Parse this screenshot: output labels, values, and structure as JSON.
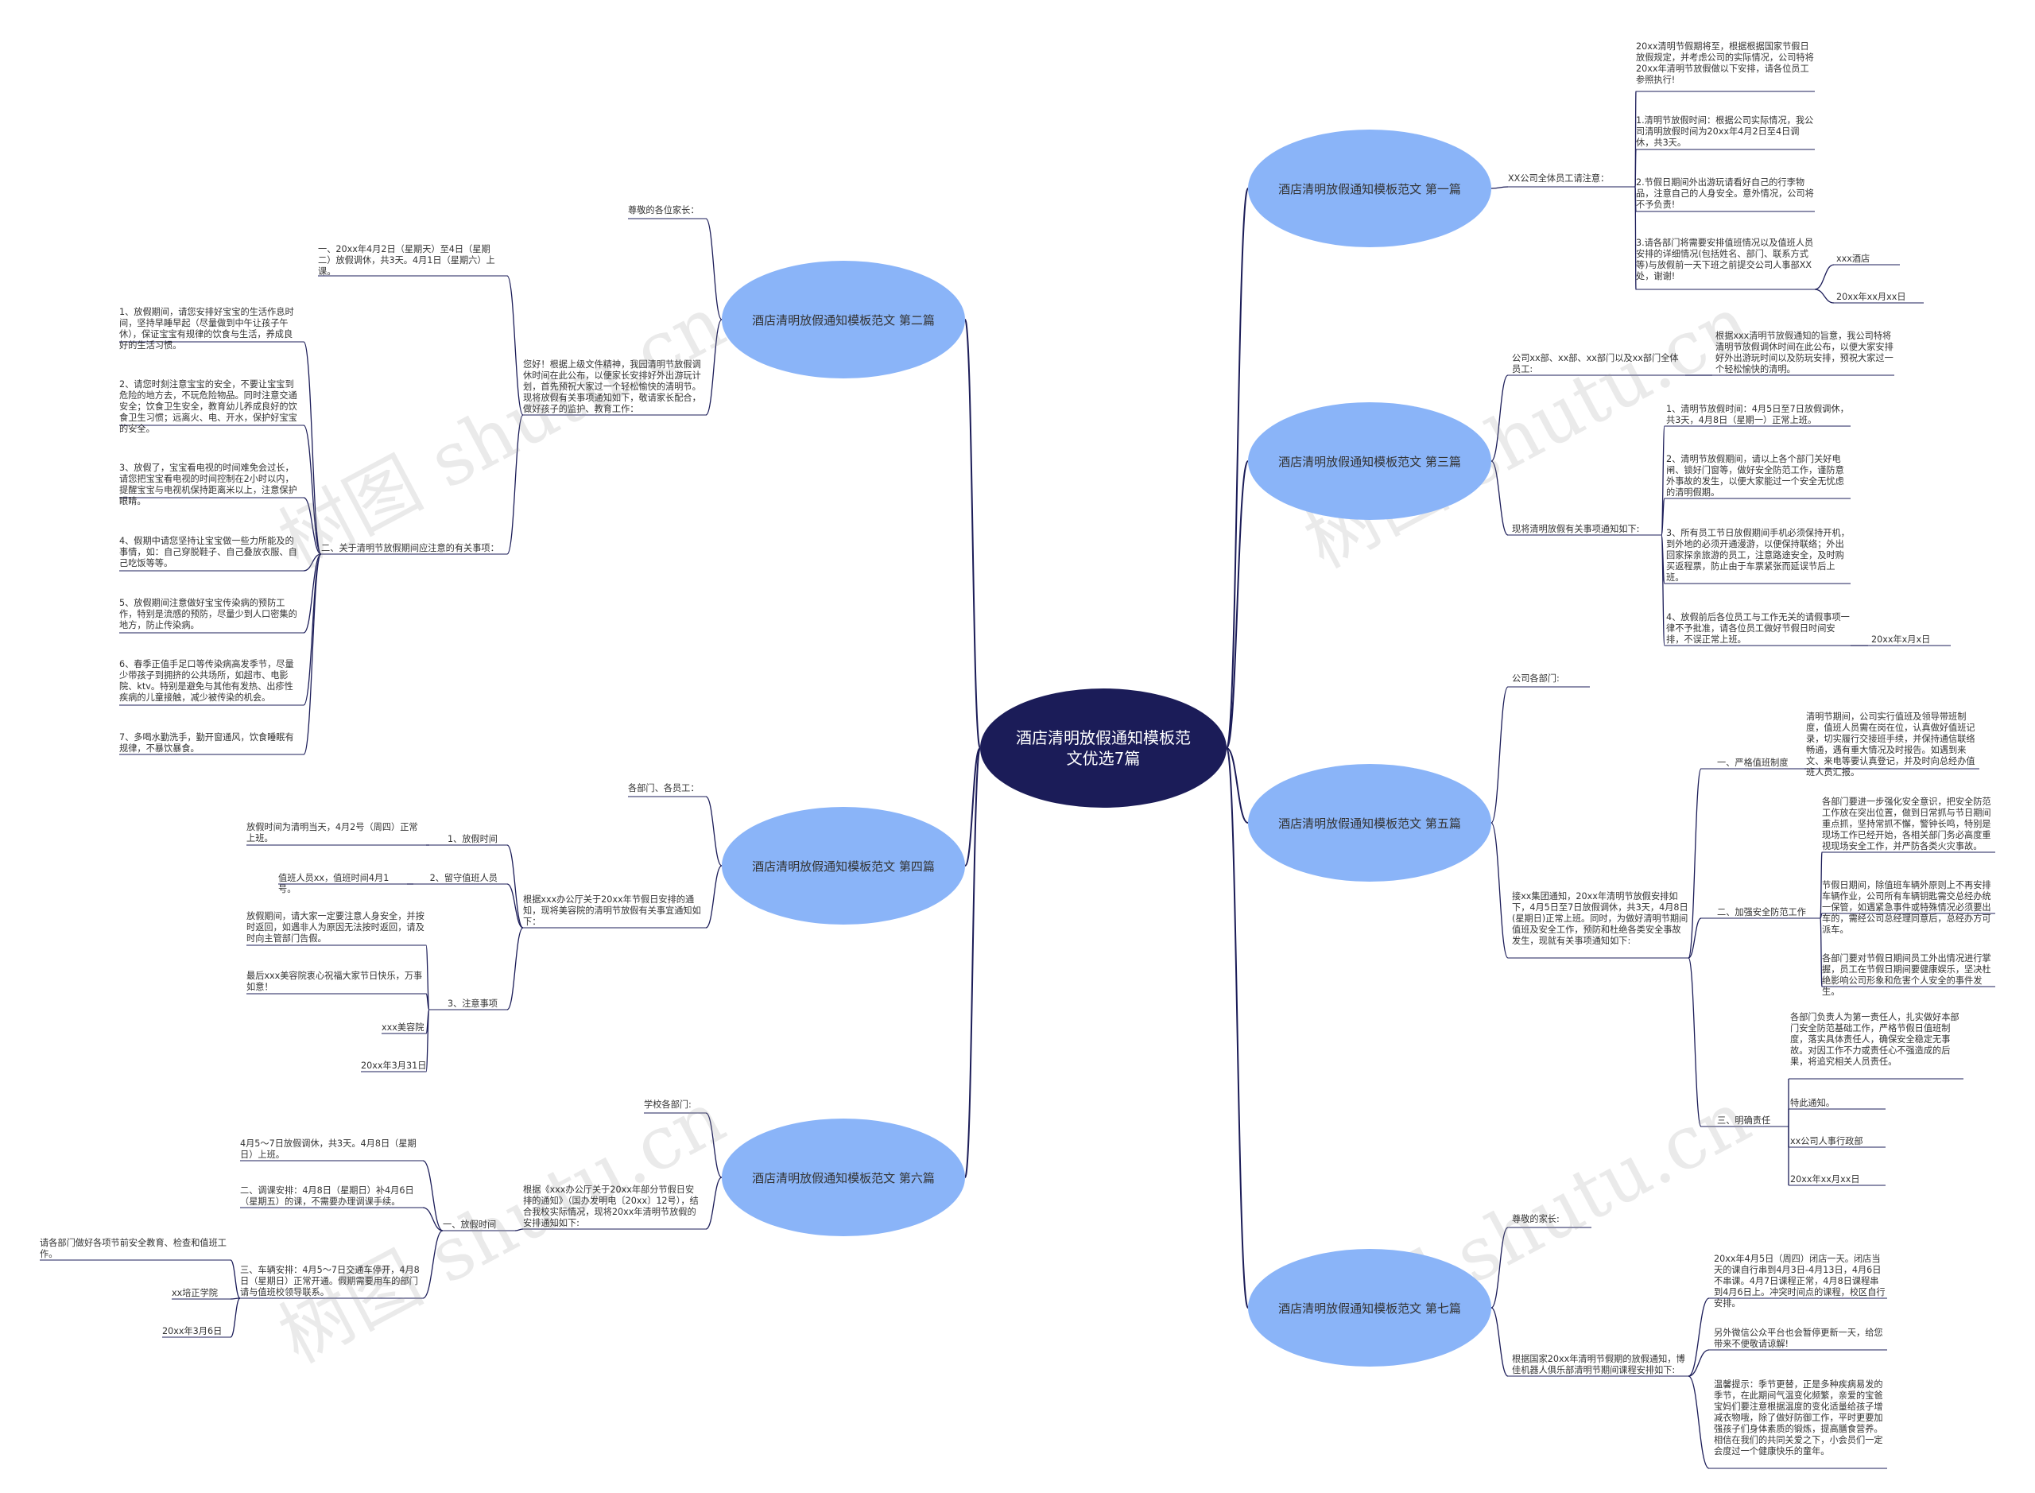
{
  "watermark": "树图 shutu.cn",
  "colors": {
    "line": "#1b1c58",
    "root": "#1b1c58",
    "main": "#8ab4f8",
    "text": "#333333",
    "watermark": "#969696"
  },
  "root": "酒店清明放假通知模板范文优选7篇",
  "b1": {
    "title": "酒店清明放假通知模板范文 第一篇",
    "p": "XX公司全体员工请注意：",
    "c0": "20xx清明节假期将至，根据根据国家节假日放假规定，并考虑公司的实际情况，公司特将20xx年清明节放假做以下安排，请各位员工参照执行!",
    "c1": "1.清明节放假时间：根据公司实际情况，我公司清明放假时间为20xx年4月2日至4日调休，共3天。",
    "c2": "2.节假日期间外出游玩请看好自己的行李物品，注意自己的人身安全。意外情况，公司将不予负责!",
    "c3": "3.请各部门将需要安排值班情况以及值班人员安排的详细情况(包括姓名、部门、联系方式等)与放假前一天下班之前提交公司人事部XX处，谢谢!",
    "c4": "xxx酒店",
    "c5": "20xx年xx月xx日"
  },
  "b2": {
    "title": "酒店清明放假通知模板范文 第二篇",
    "p0": "尊敬的各位家长：",
    "p": "您好！根据上级文件精神，我园清明节放假调休时间在此公布，以便家长安排好外出游玩计划，首先预祝大家过一个轻松愉快的清明节。现将放假有关事项通知如下，敬请家长配合，做好孩子的监护、教育工作：",
    "h1": "一、20xx年4月2日（星期天）至4日（星期二）放假调休，共3天。4月1日（星期六）上课。",
    "h2": "二、关于清明节放假期间应注意的有关事项：",
    "i1": "1、放假期间，请您安排好宝宝的生活作息时间，坚持早睡早起（尽量做到中午让孩子午休），保证宝宝有规律的饮食与生活，养成良好的生活习惯。",
    "i2": "2、请您时刻注意宝宝的安全，不要让宝宝到危险的地方去，不玩危险物品。同时注意交通安全；饮食卫生安全，教育幼儿养成良好的饮食卫生习惯；远离火、电、开水，保护好宝宝的安全。",
    "i3": "3、放假了，宝宝看电视的时间难免会过长，请您把宝宝看电视的时间控制在2小时以内，提醒宝宝与电视机保持距离米以上，注意保护眼睛。",
    "i4": "4、假期中请您坚持让宝宝做一些力所能及的事情，如：自己穿脱鞋子、自己叠放衣服、自己吃饭等等。",
    "i5": "5、放假期间注意做好宝宝传染病的预防工作，特别是流感的预防，尽量少到人口密集的地方，防止传染病。",
    "i6": "6、春季正值手足口等传染病高发季节，尽量少带孩子到拥挤的公共场所，如超市、电影院、ktv。特别是避免与其他有发热、出疹性疾病的儿童接触，减少被传染的机会。",
    "i7": "7、多喝水勤洗手，勤开窗通风，饮食睡眠有规律，不暴饮暴食。"
  },
  "b3": {
    "title": "酒店清明放假通知模板范文 第三篇",
    "p1": "公司xx部、xx部、xx部门以及xx部门全体员工:",
    "c1": "根据xxx清明节放假通知的旨意，我公司特将清明节放假调休时间在此公布，以便大家安排好外出游玩时间以及防玩安排，预祝大家过一个轻松愉快的清明。",
    "p2": "现将清明放假有关事项通知如下:",
    "d1": "1、清明节放假时间：4月5日至7日放假调休，共3天，4月8日（星期一）正常上班。",
    "d2": "2、清明节放假期间，请以上各个部门关好电闸、锁好门窗等，做好安全防范工作，谨防意外事故的发生，以便大家能过一个安全无忧虑的清明假期。",
    "d3": "3、所有员工节日放假期间手机必须保持开机，到外地的必须开通漫游，以便保持联络；外出回家探亲旅游的员工，注意路途安全，及时购买返程票，防止由于车票紧张而延误节后上班。",
    "d4": "4、放假前后各位员工与工作无关的请假事项一律不予批准，请各位员工做好节假日时间安排，不误正常上班。",
    "d5": "20xx年x月x日"
  },
  "b4": {
    "title": "酒店清明放假通知模板范文 第四篇",
    "p0": "各部门、各员工：",
    "p": "根据xxx办公厅关于20xx年节假日安排的通知，现将美容院的清明节放假有关事宜通知如下：",
    "h1": "1、放假时间",
    "h1c": "放假时间为清明当天，4月2号（周四）正常上班。",
    "h2": "2、留守值班人员",
    "h2c": "值班人员xx，值班时间4月1号。",
    "h3": "3、注意事项",
    "h3a": "放假期间，请大家一定要注意人身安全，并按时返回，如遇非人为原因无法按时返回，请及时向主管部门告假。",
    "h3b": "最后xxx美容院衷心祝福大家节日快乐，万事如意！",
    "h3c": "xxx美容院",
    "h3d": "20xx年3月31日"
  },
  "b5": {
    "title": "酒店清明放假通知模板范文 第五篇",
    "p0": "公司各部门:",
    "p": "接xx集团通知，20xx年清明节放假安排如下，4月5日至7日放假调休，共3天，4月8日(星期日)正常上班。同时，为做好清明节期间值班及安全工作，预防和杜绝各类安全事故发生，现就有关事项通知如下:",
    "g1": "一、严格值班制度",
    "g1c": "清明节期间，公司实行值班及领导带班制度，值班人员需在岗在位，认真做好值班记录，切实履行交接班手续，并保持通信联络畅通，遇有重大情况及时报告。如遇到来文、来电等要认真登记，并及时向总经办值班人员汇报。",
    "g2": "二、加强安全防范工作",
    "g2a": "各部门要进一步强化安全意识，把安全防范工作放在突出位置，做到日常抓与节日期间重点抓，坚持常抓不懈，警钟长鸣，特别是现场工作已经开始，各相关部门务必高度重视现场安全工作，并严防各类火灾事故。",
    "g2b": "节假日期间，除值班车辆外原则上不再安排车辆作业，公司所有车辆钥匙需交总经办统一保管，如遇紧急事件或特殊情况必须要出车的，需经公司总经理同意后，总经办方可派车。",
    "g2c": "各部门要对节假日期间员工外出情况进行掌握，员工在节假日期间要健康娱乐，坚决杜绝影响公司形象和危害个人安全的事件发生。",
    "g3": "三、明确责任",
    "g3a": "各部门负责人为第一责任人，扎实做好本部门安全防范基础工作，严格节假日值班制度，落实具体责任人，确保安全稳定无事故。对因工作不力或责任心不强造成的后果，将追究相关人员责任。",
    "g3b": "特此通知。",
    "g3c": "xx公司人事行政部",
    "g3d": "20xx年xx月xx日"
  },
  "b6": {
    "title": "酒店清明放假通知模板范文 第六篇",
    "p0": "学校各部门:",
    "p": "根据《xxx办公厅关于20xx年部分节假日安排的通知》（国办发明电〔20xx〕12号），结合我校实际情况，现将20xx年清明节放假的安排通知如下:",
    "h": "一、放假时间",
    "c1": "4月5～7日放假调休，共3天。4月8日（星期日）上班。",
    "c2": "二、调课安排：4月8日（星期日）补4月6日（星期五）的课，不需要办理调课手续。",
    "c3": "三、车辆安排：4月5～7日交通车停开，4月8日（星期日）正常开通。假期需要用车的部门请与值班校领导联系。",
    "c4": "请各部门做好各项节前安全教育、检查和值班工作。",
    "c5": "xx培正学院",
    "c6": "20xx年3月6日"
  },
  "b7": {
    "title": "酒店清明放假通知模板范文 第七篇",
    "p0": "尊敬的家长:",
    "p": "根据国家20xx年清明节假期的放假通知，博佳机器人俱乐部清明节期间课程安排如下:",
    "c1": "20xx年4月5日（周四）闭店一天。闭店当天的课自行串到4月3日-4月13日，4月6日不串课。4月7日课程正常，4月8日课程串到4月6日上。冲突时间点的课程，校区自行安排。",
    "c2": "另外微信公众平台也会暂停更新一天，给您带来不便敬请谅解!",
    "c3": "温馨提示：季节更替，正是多种疾病易发的季节，在此期间气温变化频繁，亲爱的宝爸宝妈们要注意根据温度的变化适量给孩子增减衣物哦，除了做好防御工作，平时更要加强孩子们身体素质的锻炼，提高膳食营养。相信在我们的共同关爱之下，小会员们一定会度过一个健康快乐的童年。"
  }
}
